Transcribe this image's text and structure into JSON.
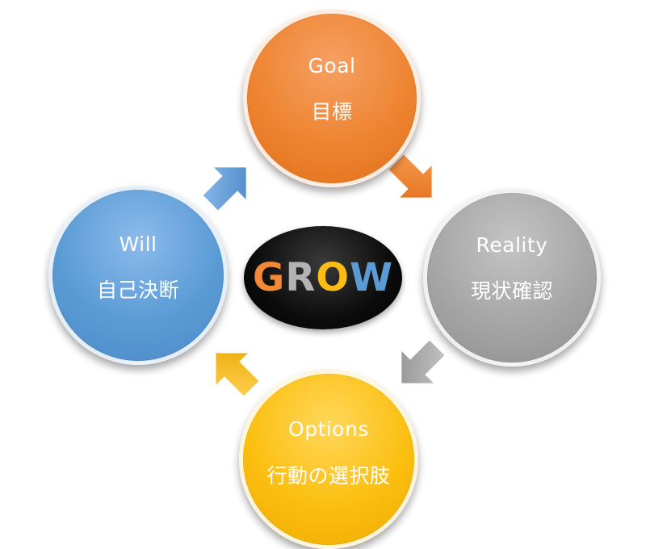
{
  "center": {
    "letters": [
      "G",
      "R",
      "O",
      "W"
    ],
    "letter_colors": [
      "#f08a36",
      "#b3b3b3",
      "#f9bd16",
      "#5b9bd5"
    ]
  },
  "goal": {
    "line1": "Goal",
    "line2": "目標",
    "color": "#ee8430"
  },
  "reality": {
    "line1": "Reality",
    "line2": "現状確認",
    "color": "#a6a6a6"
  },
  "options": {
    "line1": "Options",
    "line2": "行動の選択肢",
    "color": "#fbbf10"
  },
  "will": {
    "line1": "Will",
    "line2": "自己決断",
    "color": "#5b9bd5"
  },
  "arrows": [
    {
      "name": "arrow-goal-to-reality",
      "color": "#ee8430"
    },
    {
      "name": "arrow-reality-to-options",
      "color": "#a6a6a6"
    },
    {
      "name": "arrow-options-to-will",
      "color": "#f9b914"
    },
    {
      "name": "arrow-will-to-goal",
      "color": "#5b9bd5"
    }
  ]
}
